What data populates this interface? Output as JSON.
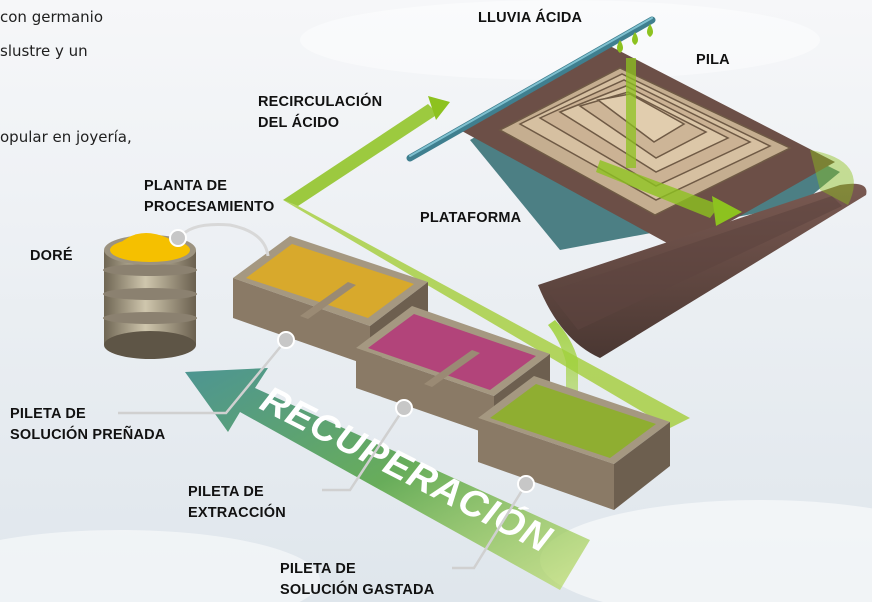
{
  "intro_text": {
    "line1": "con germanio",
    "line2": "slustre y un",
    "line3": "opular en joyería,"
  },
  "labels": {
    "lluvia_acida": "LLUVIA ÁCIDA",
    "pila": "PILA",
    "recirculacion_line1": "RECIRCULACIÓN",
    "recirculacion_line2": "DEL ÁCIDO",
    "planta_line1": "PLANTA DE",
    "planta_line2": "PROCESAMIENTO",
    "plataforma": "PLATAFORMA",
    "dore": "DORÉ",
    "pileta_prenada_line1": "PILETA DE",
    "pileta_prenada_line2": "SOLUCIÓN PREÑADA",
    "pileta_extraccion_line1": "PILETA DE",
    "pileta_extraccion_line2": "EXTRACCIÓN",
    "pileta_gastada_line1": "PILETA DE",
    "pileta_gastada_line2": "SOLUCIÓN GASTADA"
  },
  "recuperacion_label": "RECUPERACIÓN",
  "colors": {
    "acid_green": "#8dc21f",
    "recovery_teal": "#3f8f86",
    "pregnant_solution": "#d8a92c",
    "extraction_solution": "#b2447a",
    "spent_solution": "#8fae31",
    "dore_gold": "#f5c000",
    "tank_wall": "#8a7a66",
    "pipe_blue": "#4f93a4"
  }
}
